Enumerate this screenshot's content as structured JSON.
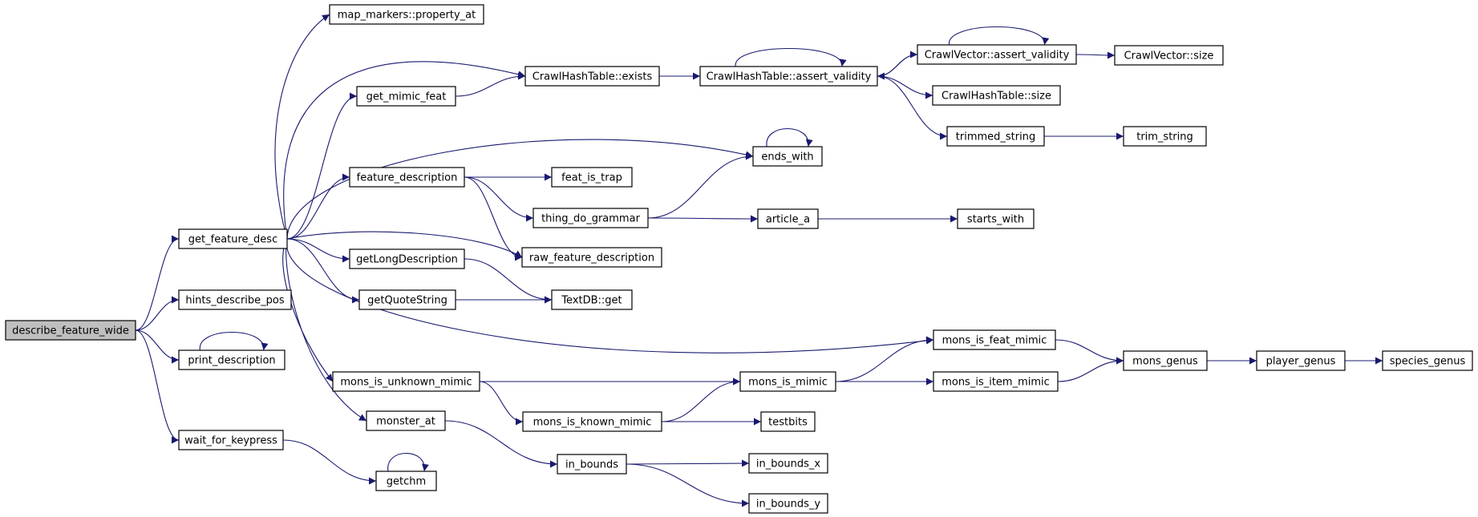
{
  "graph": {
    "nodes": [
      {
        "id": "describe_feature_wide",
        "label": "describe_feature_wide"
      },
      {
        "id": "get_feature_desc",
        "label": "get_feature_desc"
      },
      {
        "id": "hints_describe_pos",
        "label": "hints_describe_pos"
      },
      {
        "id": "print_description",
        "label": "print_description"
      },
      {
        "id": "wait_for_keypress",
        "label": "wait_for_keypress"
      },
      {
        "id": "map_markers_property_at",
        "label": "map_markers::property_at"
      },
      {
        "id": "get_mimic_feat",
        "label": "get_mimic_feat"
      },
      {
        "id": "feature_description",
        "label": "feature_description"
      },
      {
        "id": "getLongDescription",
        "label": "getLongDescription"
      },
      {
        "id": "getQuoteString",
        "label": "getQuoteString"
      },
      {
        "id": "mons_is_unknown_mimic",
        "label": "mons_is_unknown_mimic"
      },
      {
        "id": "monster_at",
        "label": "monster_at"
      },
      {
        "id": "getchm",
        "label": "getchm"
      },
      {
        "id": "crawlhashtable_exists",
        "label": "CrawlHashTable::exists"
      },
      {
        "id": "feat_is_trap",
        "label": "feat_is_trap"
      },
      {
        "id": "thing_do_grammar",
        "label": "thing_do_grammar"
      },
      {
        "id": "raw_feature_description",
        "label": "raw_feature_description"
      },
      {
        "id": "textdb_get",
        "label": "TextDB::get"
      },
      {
        "id": "mons_is_known_mimic",
        "label": "mons_is_known_mimic"
      },
      {
        "id": "in_bounds",
        "label": "in_bounds"
      },
      {
        "id": "crawlhashtable_assert_validity",
        "label": "CrawlHashTable::assert_validity"
      },
      {
        "id": "ends_with",
        "label": "ends_with"
      },
      {
        "id": "article_a",
        "label": "article_a"
      },
      {
        "id": "mons_is_mimic",
        "label": "mons_is_mimic"
      },
      {
        "id": "testbits",
        "label": "testbits"
      },
      {
        "id": "in_bounds_x",
        "label": "in_bounds_x"
      },
      {
        "id": "in_bounds_y",
        "label": "in_bounds_y"
      },
      {
        "id": "crawlvector_assert_validity",
        "label": "CrawlVector::assert_validity"
      },
      {
        "id": "crawlhashtable_size",
        "label": "CrawlHashTable::size"
      },
      {
        "id": "trimmed_string",
        "label": "trimmed_string"
      },
      {
        "id": "starts_with",
        "label": "starts_with"
      },
      {
        "id": "mons_is_feat_mimic",
        "label": "mons_is_feat_mimic"
      },
      {
        "id": "mons_is_item_mimic",
        "label": "mons_is_item_mimic"
      },
      {
        "id": "crawlvector_size",
        "label": "CrawlVector::size"
      },
      {
        "id": "trim_string",
        "label": "trim_string"
      },
      {
        "id": "mons_genus",
        "label": "mons_genus"
      },
      {
        "id": "player_genus",
        "label": "player_genus"
      },
      {
        "id": "species_genus",
        "label": "species_genus"
      }
    ],
    "edges": [
      [
        "describe_feature_wide",
        "get_feature_desc"
      ],
      [
        "describe_feature_wide",
        "hints_describe_pos"
      ],
      [
        "describe_feature_wide",
        "print_description"
      ],
      [
        "describe_feature_wide",
        "wait_for_keypress"
      ],
      [
        "get_feature_desc",
        "map_markers_property_at"
      ],
      [
        "get_feature_desc",
        "crawlhashtable_exists"
      ],
      [
        "get_feature_desc",
        "get_mimic_feat"
      ],
      [
        "get_feature_desc",
        "ends_with"
      ],
      [
        "get_feature_desc",
        "feature_description"
      ],
      [
        "get_feature_desc",
        "raw_feature_description"
      ],
      [
        "get_feature_desc",
        "getLongDescription"
      ],
      [
        "get_feature_desc",
        "getQuoteString"
      ],
      [
        "get_feature_desc",
        "mons_is_feat_mimic"
      ],
      [
        "get_feature_desc",
        "mons_is_unknown_mimic"
      ],
      [
        "get_feature_desc",
        "monster_at"
      ],
      [
        "print_description",
        "print_description"
      ],
      [
        "wait_for_keypress",
        "getchm"
      ],
      [
        "getchm",
        "getchm"
      ],
      [
        "get_mimic_feat",
        "crawlhashtable_exists"
      ],
      [
        "crawlhashtable_exists",
        "crawlhashtable_assert_validity"
      ],
      [
        "crawlhashtable_assert_validity",
        "crawlhashtable_assert_validity"
      ],
      [
        "crawlhashtable_assert_validity",
        "crawlvector_assert_validity"
      ],
      [
        "crawlhashtable_assert_validity",
        "crawlhashtable_size"
      ],
      [
        "crawlhashtable_assert_validity",
        "trimmed_string"
      ],
      [
        "crawlvector_assert_validity",
        "crawlhashtable_assert_validity"
      ],
      [
        "crawlvector_assert_validity",
        "crawlvector_assert_validity"
      ],
      [
        "crawlvector_assert_validity",
        "crawlvector_size"
      ],
      [
        "trimmed_string",
        "trim_string"
      ],
      [
        "ends_with",
        "ends_with"
      ],
      [
        "feature_description",
        "feat_is_trap"
      ],
      [
        "feature_description",
        "thing_do_grammar"
      ],
      [
        "feature_description",
        "raw_feature_description"
      ],
      [
        "thing_do_grammar",
        "ends_with"
      ],
      [
        "thing_do_grammar",
        "article_a"
      ],
      [
        "article_a",
        "starts_with"
      ],
      [
        "getLongDescription",
        "textdb_get"
      ],
      [
        "getQuoteString",
        "textdb_get"
      ],
      [
        "mons_is_unknown_mimic",
        "mons_is_mimic"
      ],
      [
        "mons_is_unknown_mimic",
        "mons_is_known_mimic"
      ],
      [
        "mons_is_known_mimic",
        "mons_is_mimic"
      ],
      [
        "mons_is_known_mimic",
        "testbits"
      ],
      [
        "mons_is_mimic",
        "mons_is_feat_mimic"
      ],
      [
        "mons_is_mimic",
        "mons_is_item_mimic"
      ],
      [
        "mons_is_feat_mimic",
        "mons_genus"
      ],
      [
        "mons_is_item_mimic",
        "mons_genus"
      ],
      [
        "mons_genus",
        "player_genus"
      ],
      [
        "player_genus",
        "species_genus"
      ],
      [
        "monster_at",
        "in_bounds"
      ],
      [
        "in_bounds",
        "in_bounds_x"
      ],
      [
        "in_bounds",
        "in_bounds_y"
      ]
    ]
  }
}
